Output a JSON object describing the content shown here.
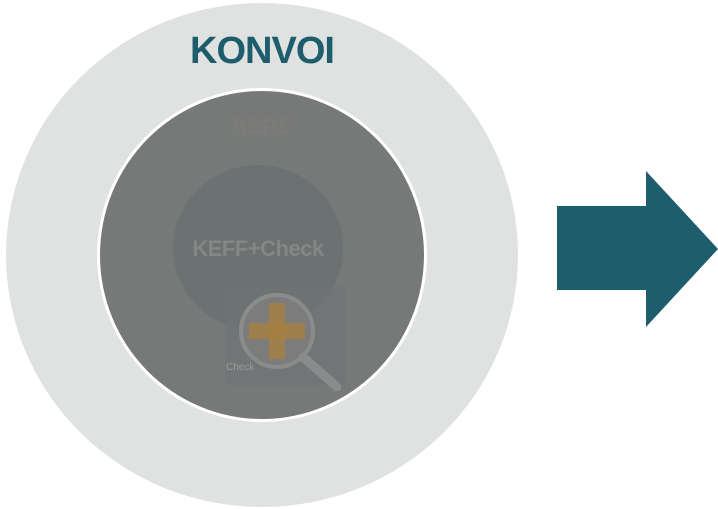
{
  "diagram": {
    "outer": {
      "label": "KONVOI",
      "color": "#1d5d6c",
      "fill": "#e0e1e1"
    },
    "middle": {
      "label": "BERE",
      "fill": "#777979"
    },
    "inner": {
      "label": "KEFF+Check",
      "fill": "#6c7171"
    },
    "logo": {
      "label": "Check",
      "icon": "magnifier-plus-icon",
      "plus_color": "#a87e3e"
    },
    "arrow": {
      "icon": "right-arrow-icon",
      "color": "#1d5d6c"
    }
  }
}
